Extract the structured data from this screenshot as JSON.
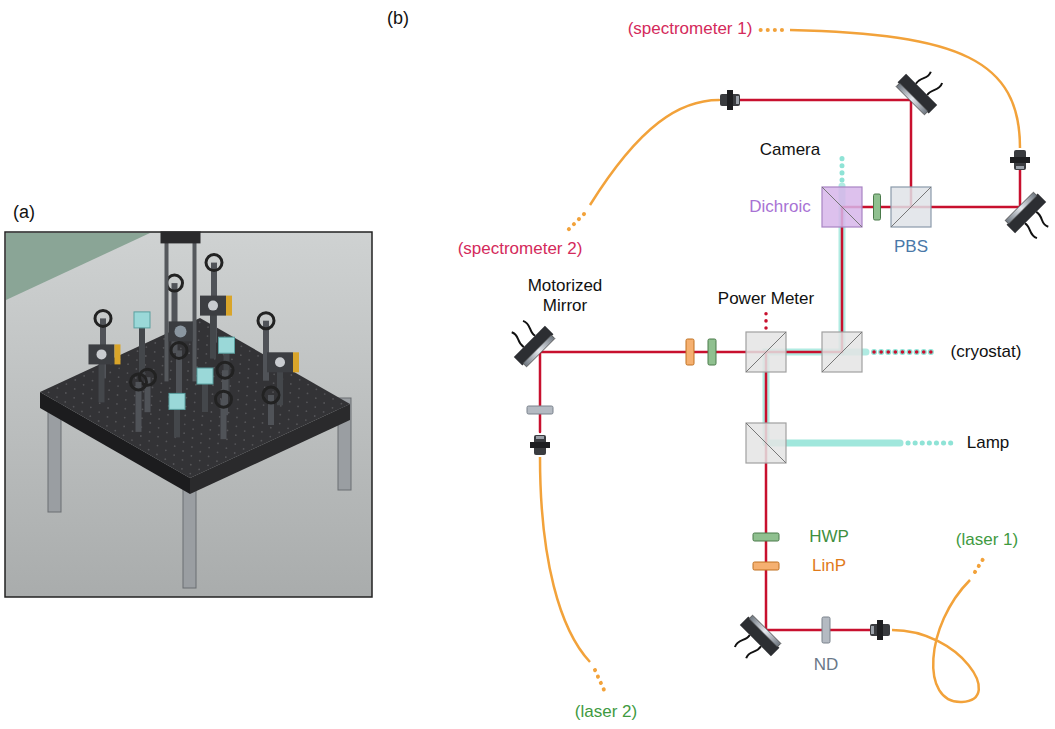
{
  "diagram": {
    "labels": [
      "(a)",
      "(b)",
      "(spectrometer 1)",
      "(spectrometer 2)",
      "Camera",
      "Dichroic",
      "PBS",
      "Motorized Mirror",
      "Power Meter",
      "(cryostat)",
      "Lamp",
      "HWP",
      "LinP",
      "(laser 1)",
      "(laser 2)",
      "ND"
    ]
  }
}
